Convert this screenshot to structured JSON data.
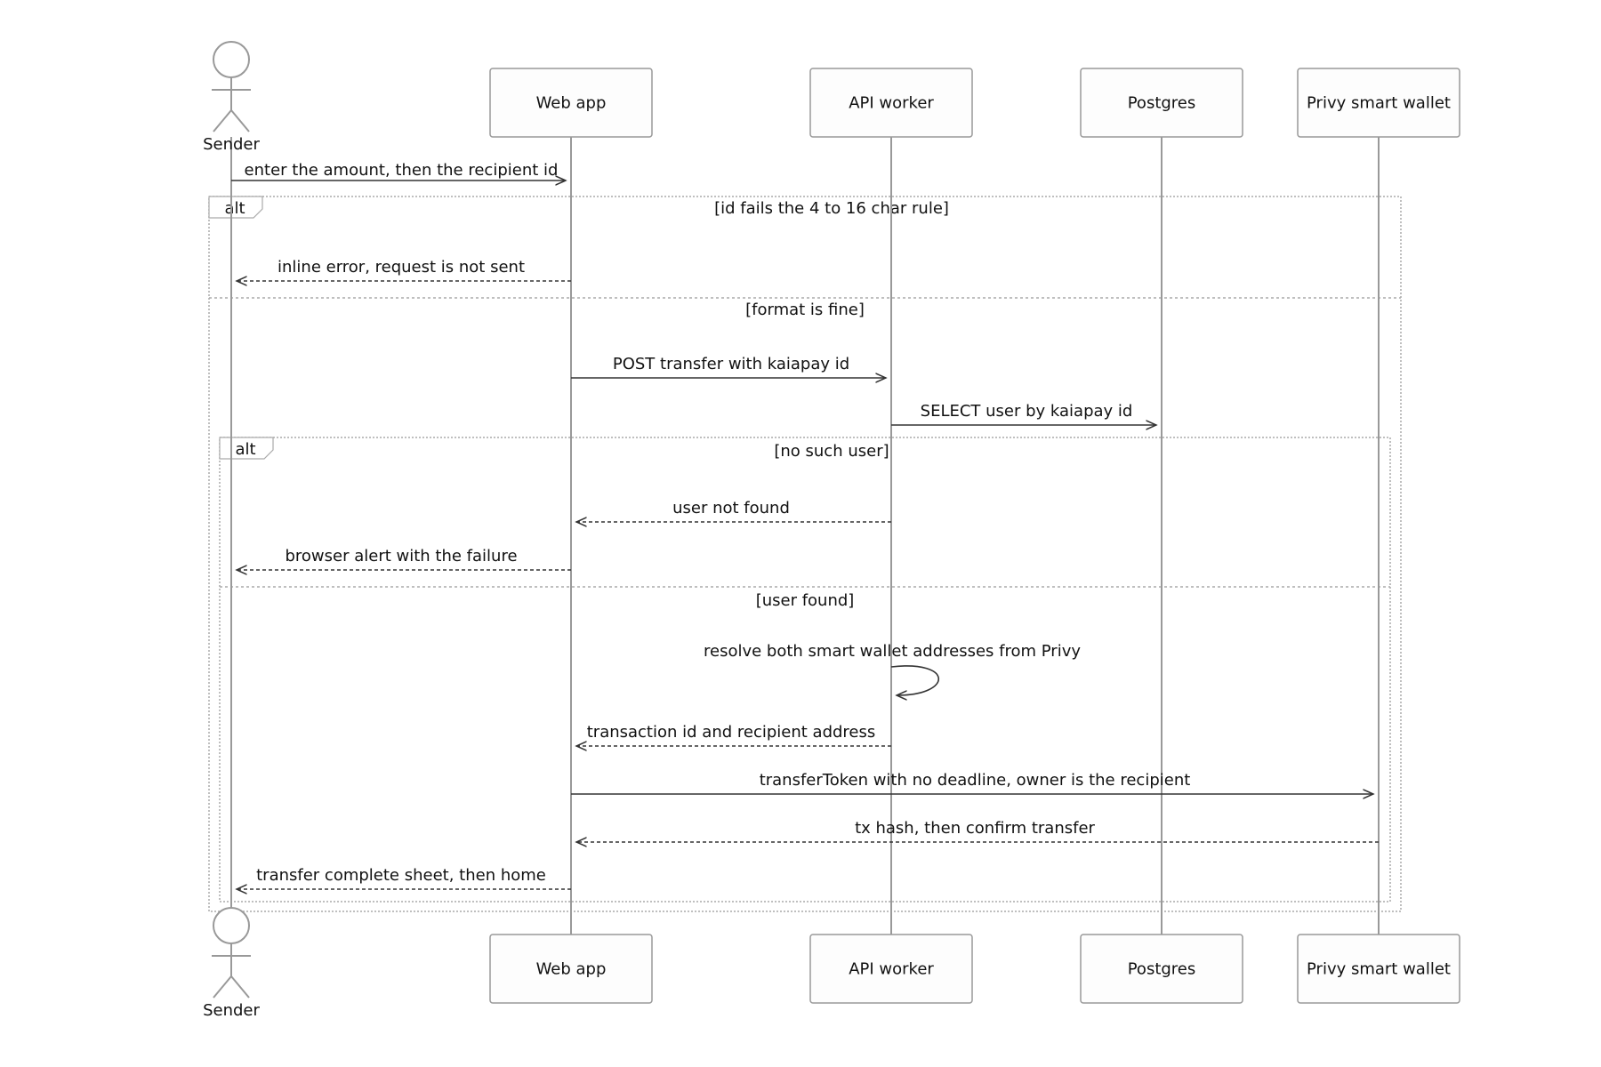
{
  "diagram": {
    "type": "sequence",
    "colors": {
      "lifeline": "#999999",
      "box_border": "#999999",
      "box_fill": "#fdfdfd",
      "message_line": "#333333",
      "fragment_border": "#aaaaaa",
      "text": "#111111"
    },
    "participants": [
      {
        "id": "sender",
        "label": "Sender",
        "kind": "actor"
      },
      {
        "id": "webapp",
        "label": "Web app",
        "kind": "box"
      },
      {
        "id": "api",
        "label": "API worker",
        "kind": "box"
      },
      {
        "id": "pg",
        "label": "Postgres",
        "kind": "box"
      },
      {
        "id": "privy",
        "label": "Privy smart wallet",
        "kind": "box"
      }
    ],
    "fragments": [
      {
        "id": "alt-outer",
        "keyword": "alt",
        "conditions": [
          "[id fails the 4 to 16 char rule]",
          "[format is fine]"
        ]
      },
      {
        "id": "alt-inner",
        "keyword": "alt",
        "conditions": [
          "[no such user]",
          "[user found]"
        ]
      }
    ],
    "messages": [
      {
        "from": "sender",
        "to": "webapp",
        "label": "enter the amount, then the recipient id",
        "style": "solid"
      },
      {
        "from": "webapp",
        "to": "sender",
        "label": "inline error, request is not sent",
        "style": "dashed"
      },
      {
        "from": "webapp",
        "to": "api",
        "label": "POST transfer with kaiapay id",
        "style": "solid"
      },
      {
        "from": "api",
        "to": "pg",
        "label": "SELECT user by kaiapay id",
        "style": "solid"
      },
      {
        "from": "api",
        "to": "webapp",
        "label": "user not found",
        "style": "dashed"
      },
      {
        "from": "webapp",
        "to": "sender",
        "label": "browser alert with the failure",
        "style": "dashed"
      },
      {
        "from": "api",
        "to": "api",
        "label": "resolve both smart wallet addresses from Privy",
        "style": "solid"
      },
      {
        "from": "api",
        "to": "webapp",
        "label": "transaction id and recipient address",
        "style": "dashed"
      },
      {
        "from": "webapp",
        "to": "privy",
        "label": "transferToken with no deadline, owner is the recipient",
        "style": "solid"
      },
      {
        "from": "privy",
        "to": "webapp",
        "label": "tx hash, then confirm transfer",
        "style": "dashed"
      },
      {
        "from": "webapp",
        "to": "sender",
        "label": "transfer complete sheet, then home",
        "style": "dashed"
      }
    ]
  }
}
